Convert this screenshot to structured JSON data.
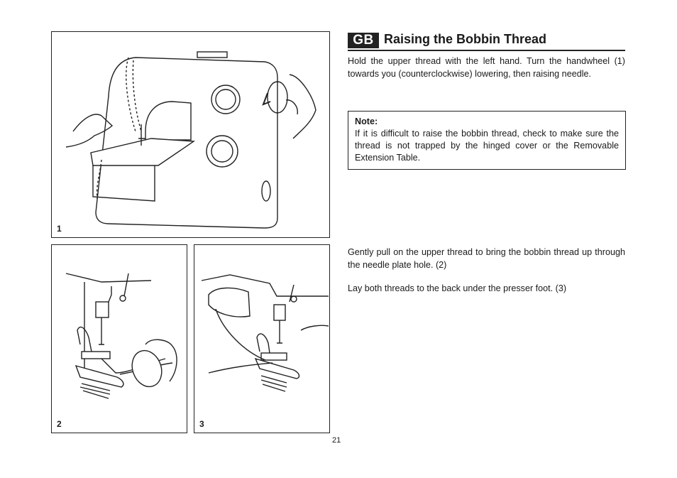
{
  "section": {
    "badge": "GB",
    "title": "Raising the Bobbin Thread"
  },
  "paragraphs": {
    "intro": "Hold the upper thread with the left hand. Turn the handwheel (1) towards you (counterclockwise) lowering, then raising needle.",
    "pull": "Gently pull on the upper thread to bring the bobbin thread up through the needle plate hole. (2)",
    "lay": "Lay both threads to the back under the presser foot. (3)"
  },
  "note": {
    "label": "Note:",
    "text": "If it is difficult to raise the bobbin thread, check to make sure the thread is not trapped by the hinged cover or the Removable Extension Table."
  },
  "figures": [
    {
      "number": "1",
      "depicts": "sewing-machine-handwheel-illustration"
    },
    {
      "number": "2",
      "depicts": "pulling-bobbin-thread-illustration"
    },
    {
      "number": "3",
      "depicts": "threads-under-presser-foot-illustration"
    }
  ],
  "page_number": "21"
}
